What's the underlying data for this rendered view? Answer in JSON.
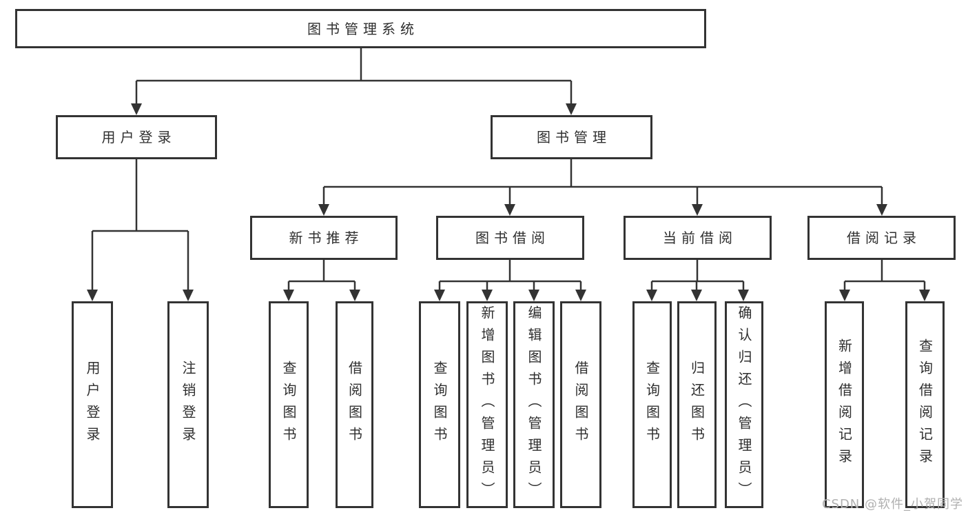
{
  "diagram": {
    "type": "hierarchy-tree",
    "root": {
      "label": "图书管理系统"
    },
    "level2": [
      {
        "label": "用户登录"
      },
      {
        "label": "图书管理"
      }
    ],
    "level3": [
      {
        "parent": "图书管理",
        "label": "新书推荐"
      },
      {
        "parent": "图书管理",
        "label": "图书借阅"
      },
      {
        "parent": "图书管理",
        "label": "当前借阅"
      },
      {
        "parent": "图书管理",
        "label": "借阅记录"
      }
    ],
    "leaves": [
      {
        "parent": "用户登录",
        "label": "用户登录"
      },
      {
        "parent": "用户登录",
        "label": "注销登录"
      },
      {
        "parent": "新书推荐",
        "label": "查询图书"
      },
      {
        "parent": "新书推荐",
        "label": "借阅图书"
      },
      {
        "parent": "图书借阅",
        "label": "查询图书"
      },
      {
        "parent": "图书借阅",
        "label": "新增图书（管理员）"
      },
      {
        "parent": "图书借阅",
        "label": "编辑图书（管理员）"
      },
      {
        "parent": "图书借阅",
        "label": "借阅图书"
      },
      {
        "parent": "当前借阅",
        "label": "查询图书"
      },
      {
        "parent": "当前借阅",
        "label": "归还图书"
      },
      {
        "parent": "当前借阅",
        "label": "确认归还（管理员）"
      },
      {
        "parent": "借阅记录",
        "label": "新增借阅记录"
      },
      {
        "parent": "借阅记录",
        "label": "查询借阅记录"
      }
    ],
    "colors": {
      "line": "#333333",
      "box_border": "#333333",
      "box_fill": "#ffffff",
      "text": "#2f2f2f",
      "background": "#ffffff",
      "watermark": "#b0b0b0"
    },
    "watermark": "CSDN @软件_小贺同学"
  }
}
